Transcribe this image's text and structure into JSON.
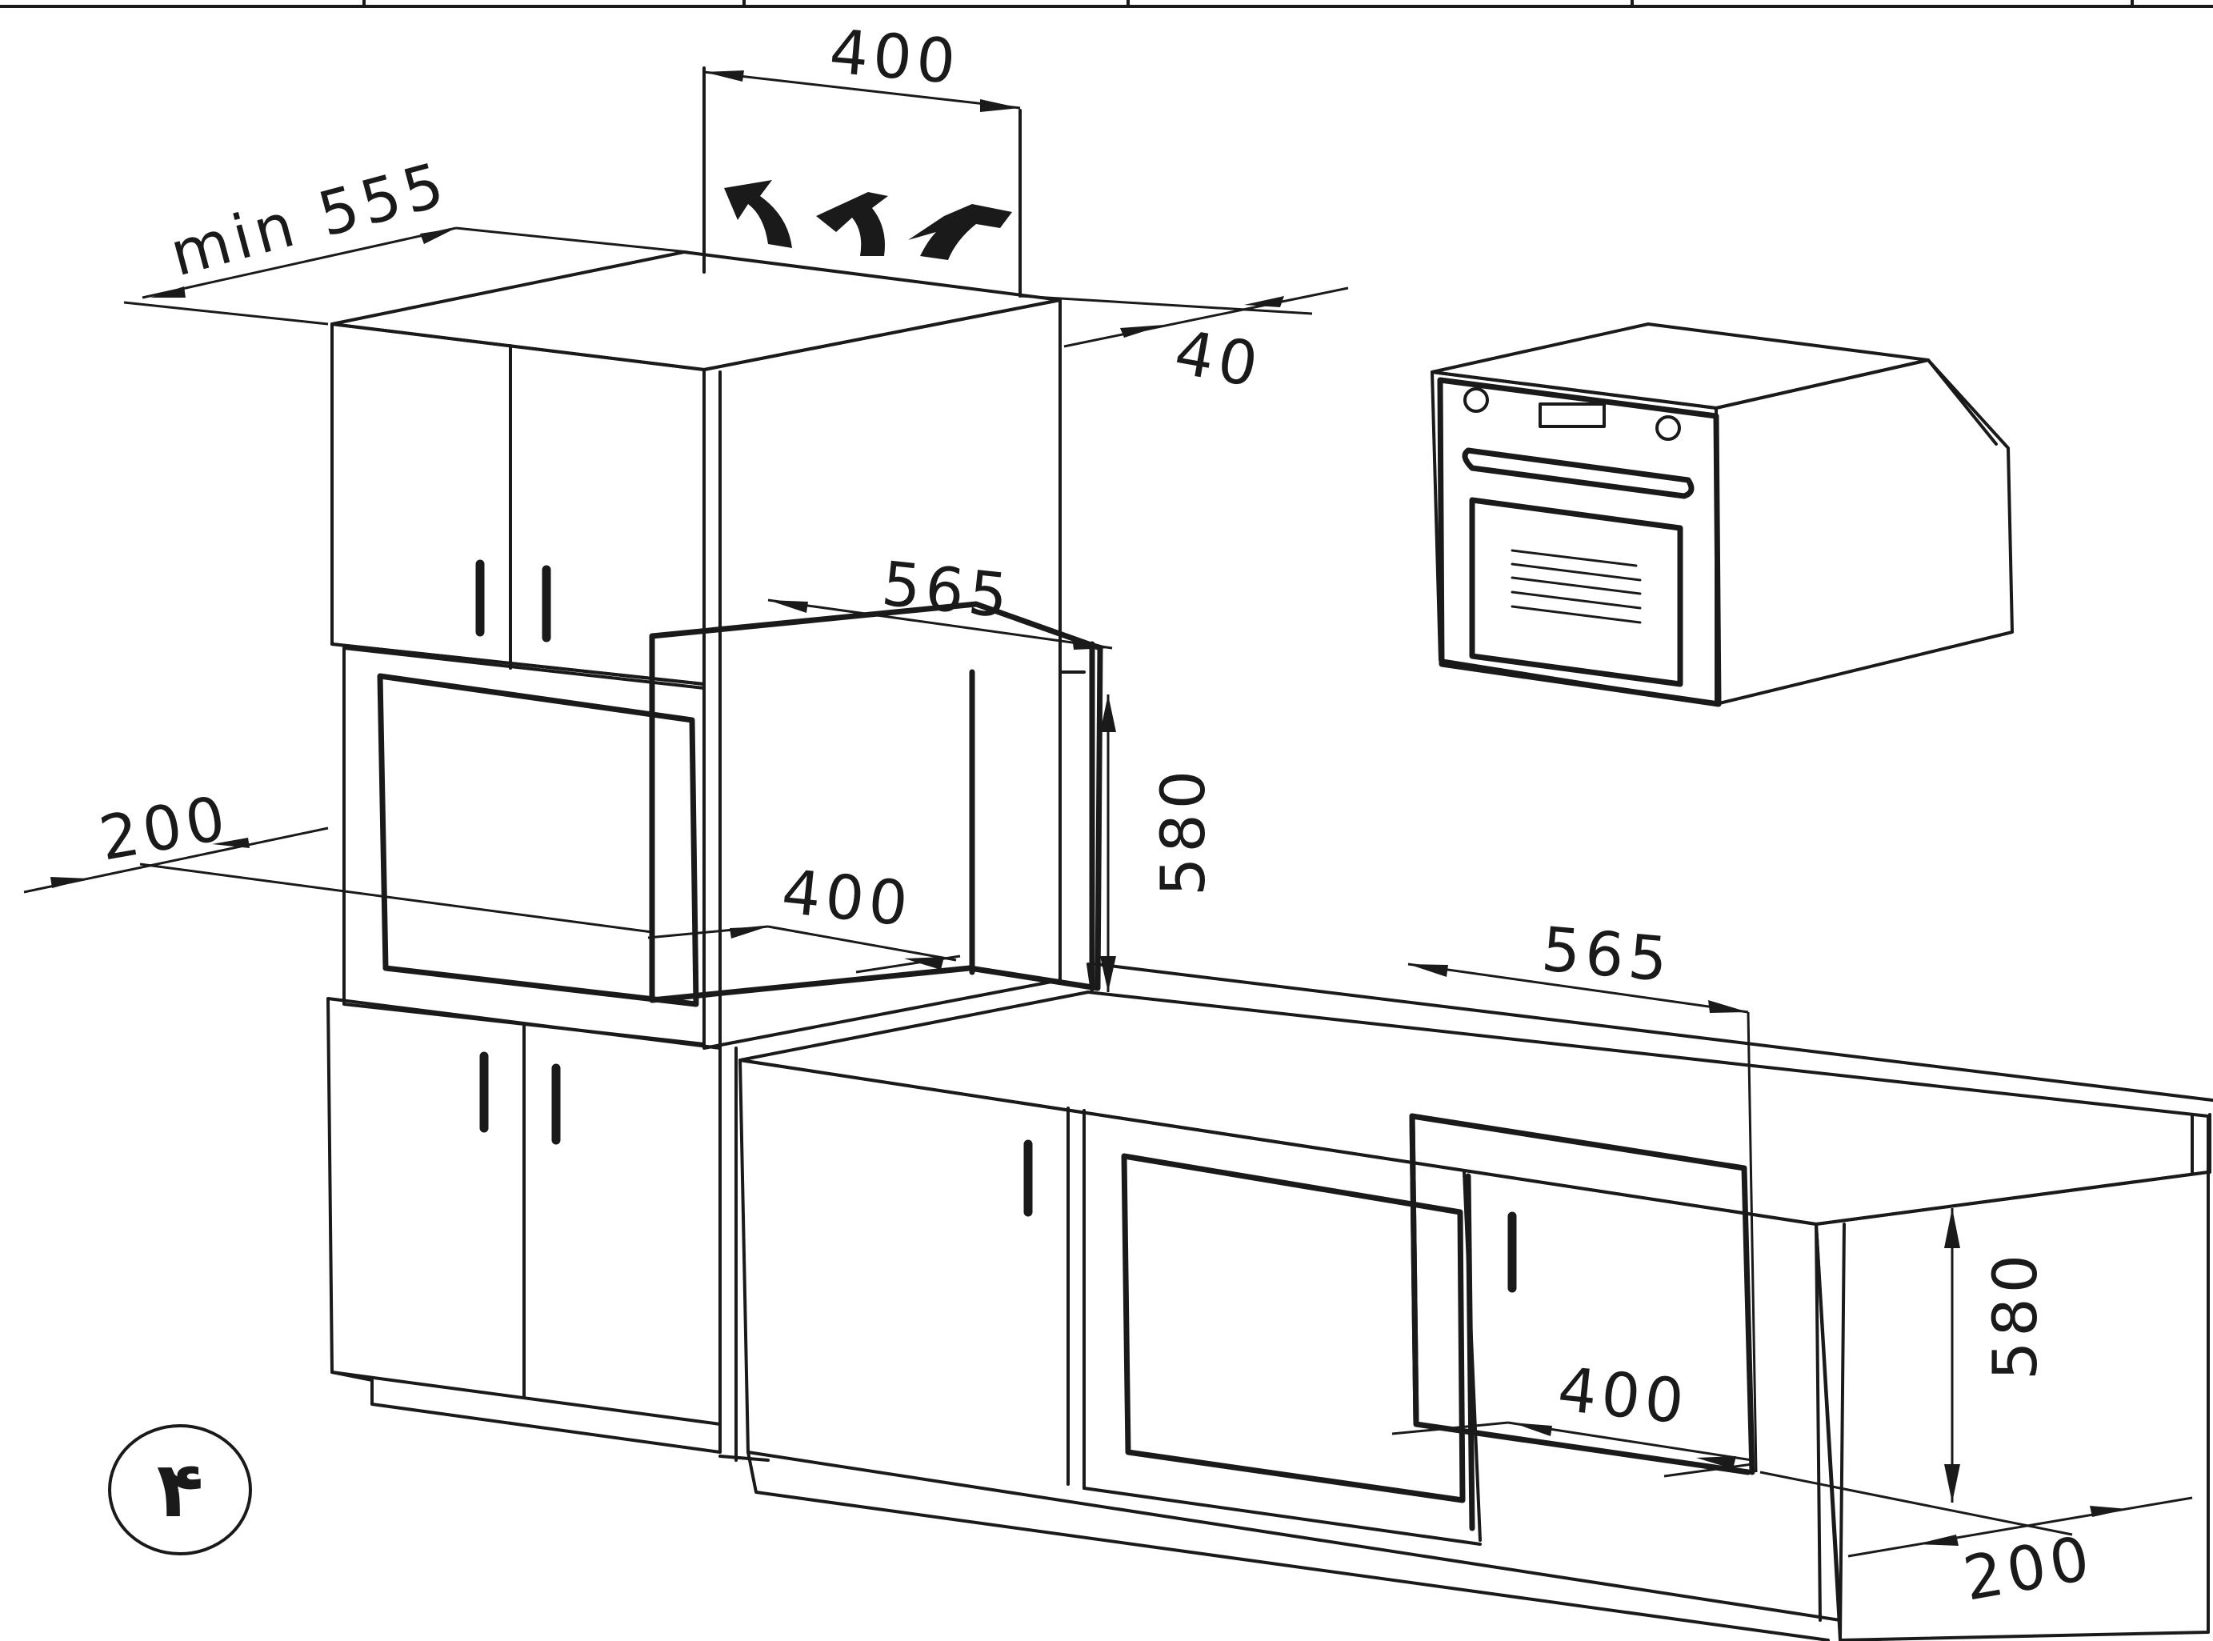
{
  "dimensions": {
    "vent_width_top": "400",
    "min_depth": "min 555",
    "rear_gap": "40",
    "tall_cabinet_width": "565",
    "tall_cabinet_height": "580",
    "tall_cabinet_side_offset": "200",
    "tall_cabinet_bottom_vent": "400",
    "under_counter_width": "565",
    "under_counter_height": "580",
    "under_counter_bottom_vent": "400",
    "under_counter_side_offset": "200"
  },
  "figure_number": "۴",
  "colors": {
    "ink": "#1a1a1a",
    "background": "#ffffff"
  },
  "icons": [
    "airflow-arrow-icon",
    "oven-appliance-icon"
  ]
}
